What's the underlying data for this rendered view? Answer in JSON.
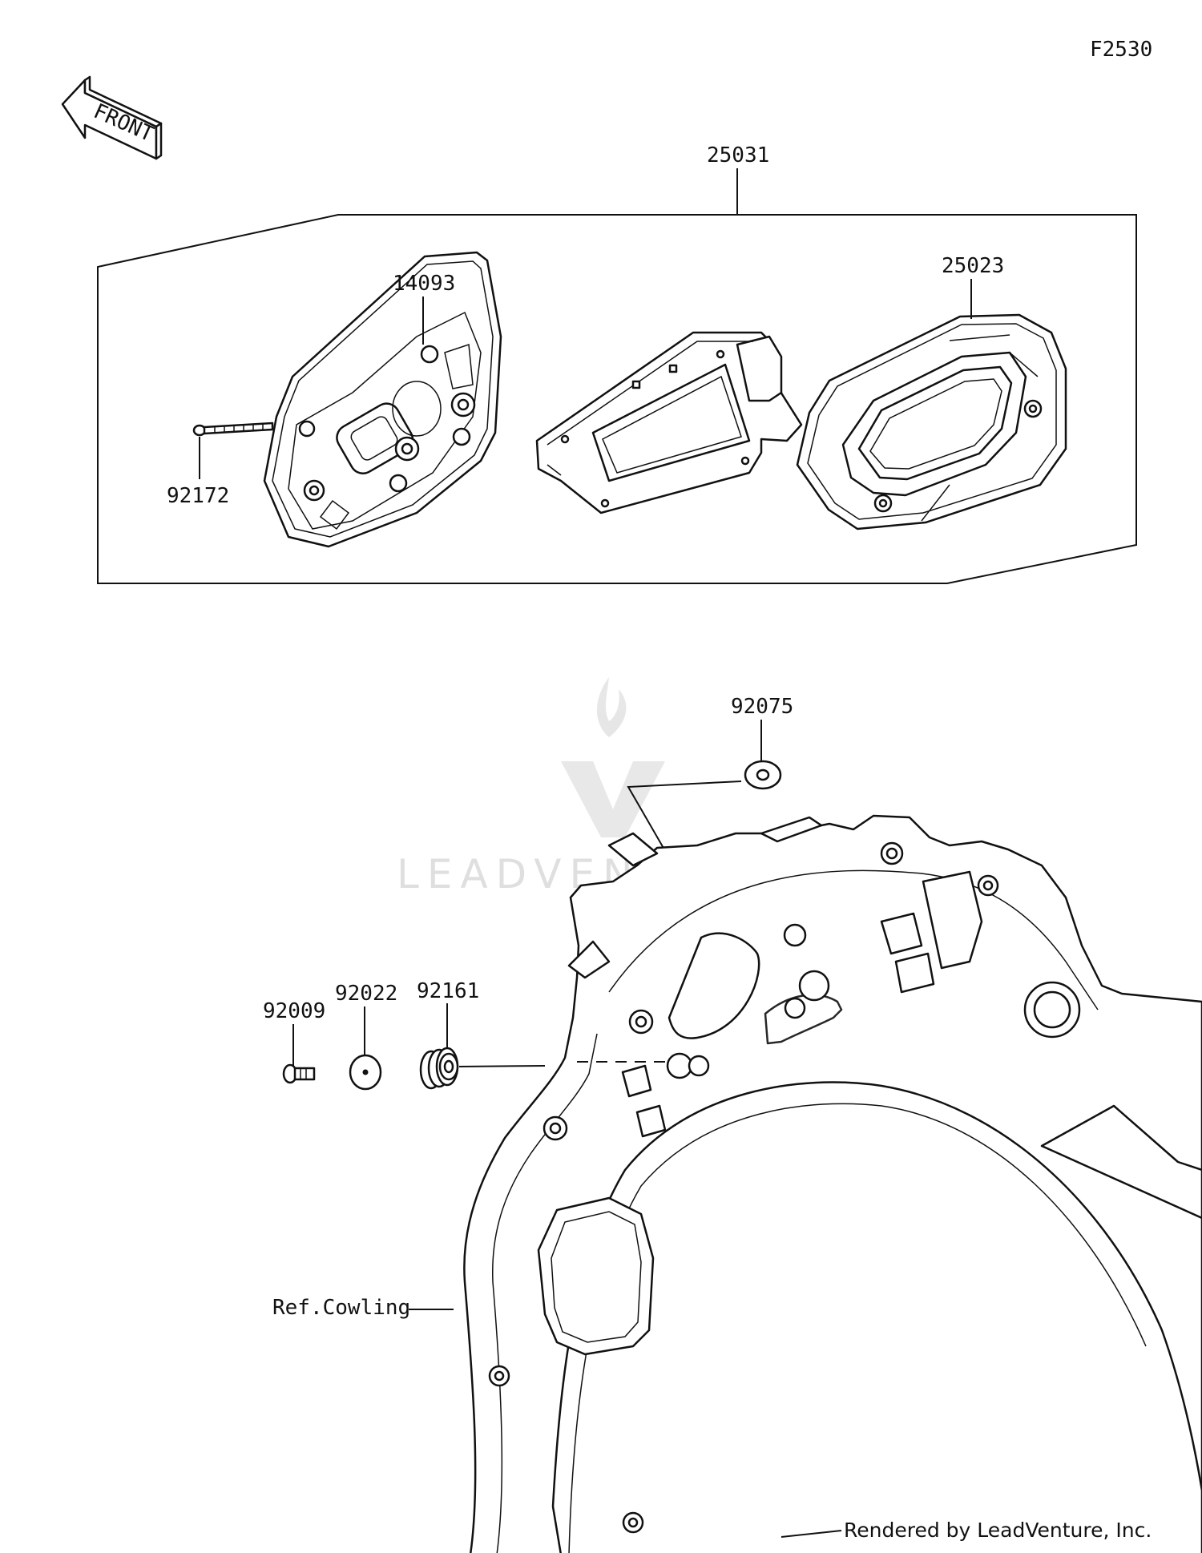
{
  "figure_code": "F2530",
  "front_label": "FRONT",
  "watermark": "LEADVENTURE",
  "credit": "Rendered by LeadVenture, Inc.",
  "parts": {
    "p25031": "25031",
    "p14093": "14093",
    "p25023": "25023",
    "p92172": "92172",
    "p92075": "92075",
    "p92009": "92009",
    "p92022": "92022",
    "p92161": "92161",
    "ref_cowling": "Ref.Cowling"
  }
}
